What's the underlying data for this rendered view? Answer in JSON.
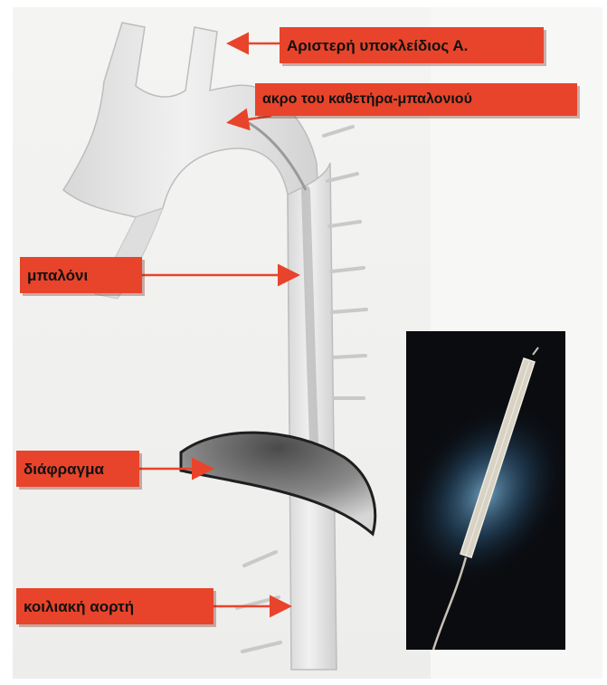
{
  "labels": {
    "subclavian": "Αριστερή υποκλείδιος Α.",
    "catheter_tip": "ακρο του καθετήρα-μπαλονιού",
    "balloon": "μπαλόνι",
    "diaphragm": "διάφραγμα",
    "celiac_aorta": "κοιλιακή αορτή"
  },
  "colors": {
    "label_background": "#e8442b",
    "arrow": "#e8442b",
    "aorta_fill": "#e4e4e4",
    "diaphragm": "#1f1f1f",
    "photo_background": "#0a0c10"
  }
}
